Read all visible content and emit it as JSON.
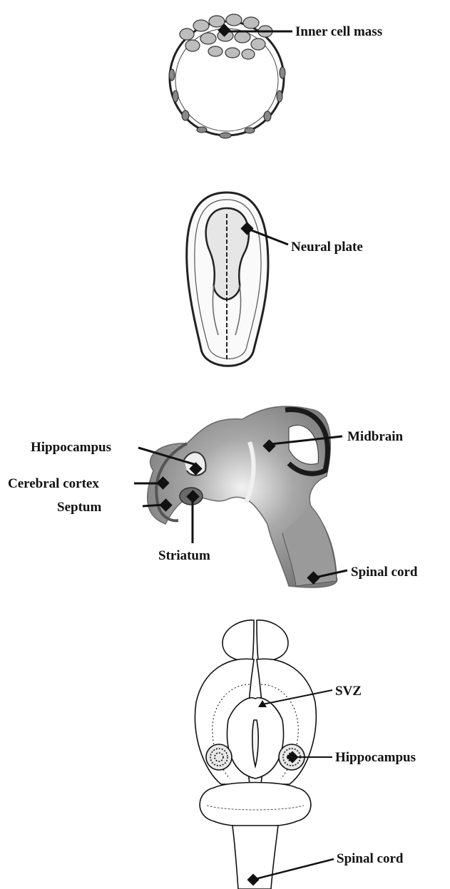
{
  "figure": {
    "panels": [
      {
        "id": "blastocyst",
        "labels": [
          "Inner cell mass"
        ]
      },
      {
        "id": "neural-plate-embryo",
        "labels": [
          "Neural plate"
        ]
      },
      {
        "id": "embryonic-brain-section",
        "labels": [
          "Hippocampus",
          "Midbrain",
          "Cerebral cortex",
          "Septum",
          "Striatum",
          "Spinal cord"
        ]
      },
      {
        "id": "adult-brain",
        "labels": [
          "SVZ",
          "Hippocampus",
          "Spinal cord"
        ]
      }
    ]
  },
  "colors": {
    "ink": "#111111",
    "tissue_dark": "#5a5a5a",
    "tissue_mid": "#8a8a8a",
    "tissue_light": "#c4c4c4",
    "background": "#ffffff"
  }
}
